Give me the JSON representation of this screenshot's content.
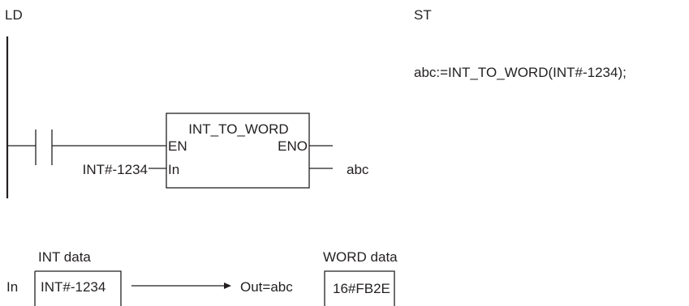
{
  "labels": {
    "ld": "LD",
    "st": "ST"
  },
  "st_code": "abc:=INT_TO_WORD(INT#-1234);",
  "function_block": {
    "name": "INT_TO_WORD",
    "pin_en": "EN",
    "pin_eno": "ENO",
    "pin_in": "In",
    "input_value": "INT#-1234",
    "output_var": "abc"
  },
  "conversion": {
    "in_label": "In",
    "source_type": "INT data",
    "source_value": "INT#-1234",
    "out_label": "Out=abc",
    "target_type": "WORD data",
    "target_value": "16#FB2E"
  }
}
